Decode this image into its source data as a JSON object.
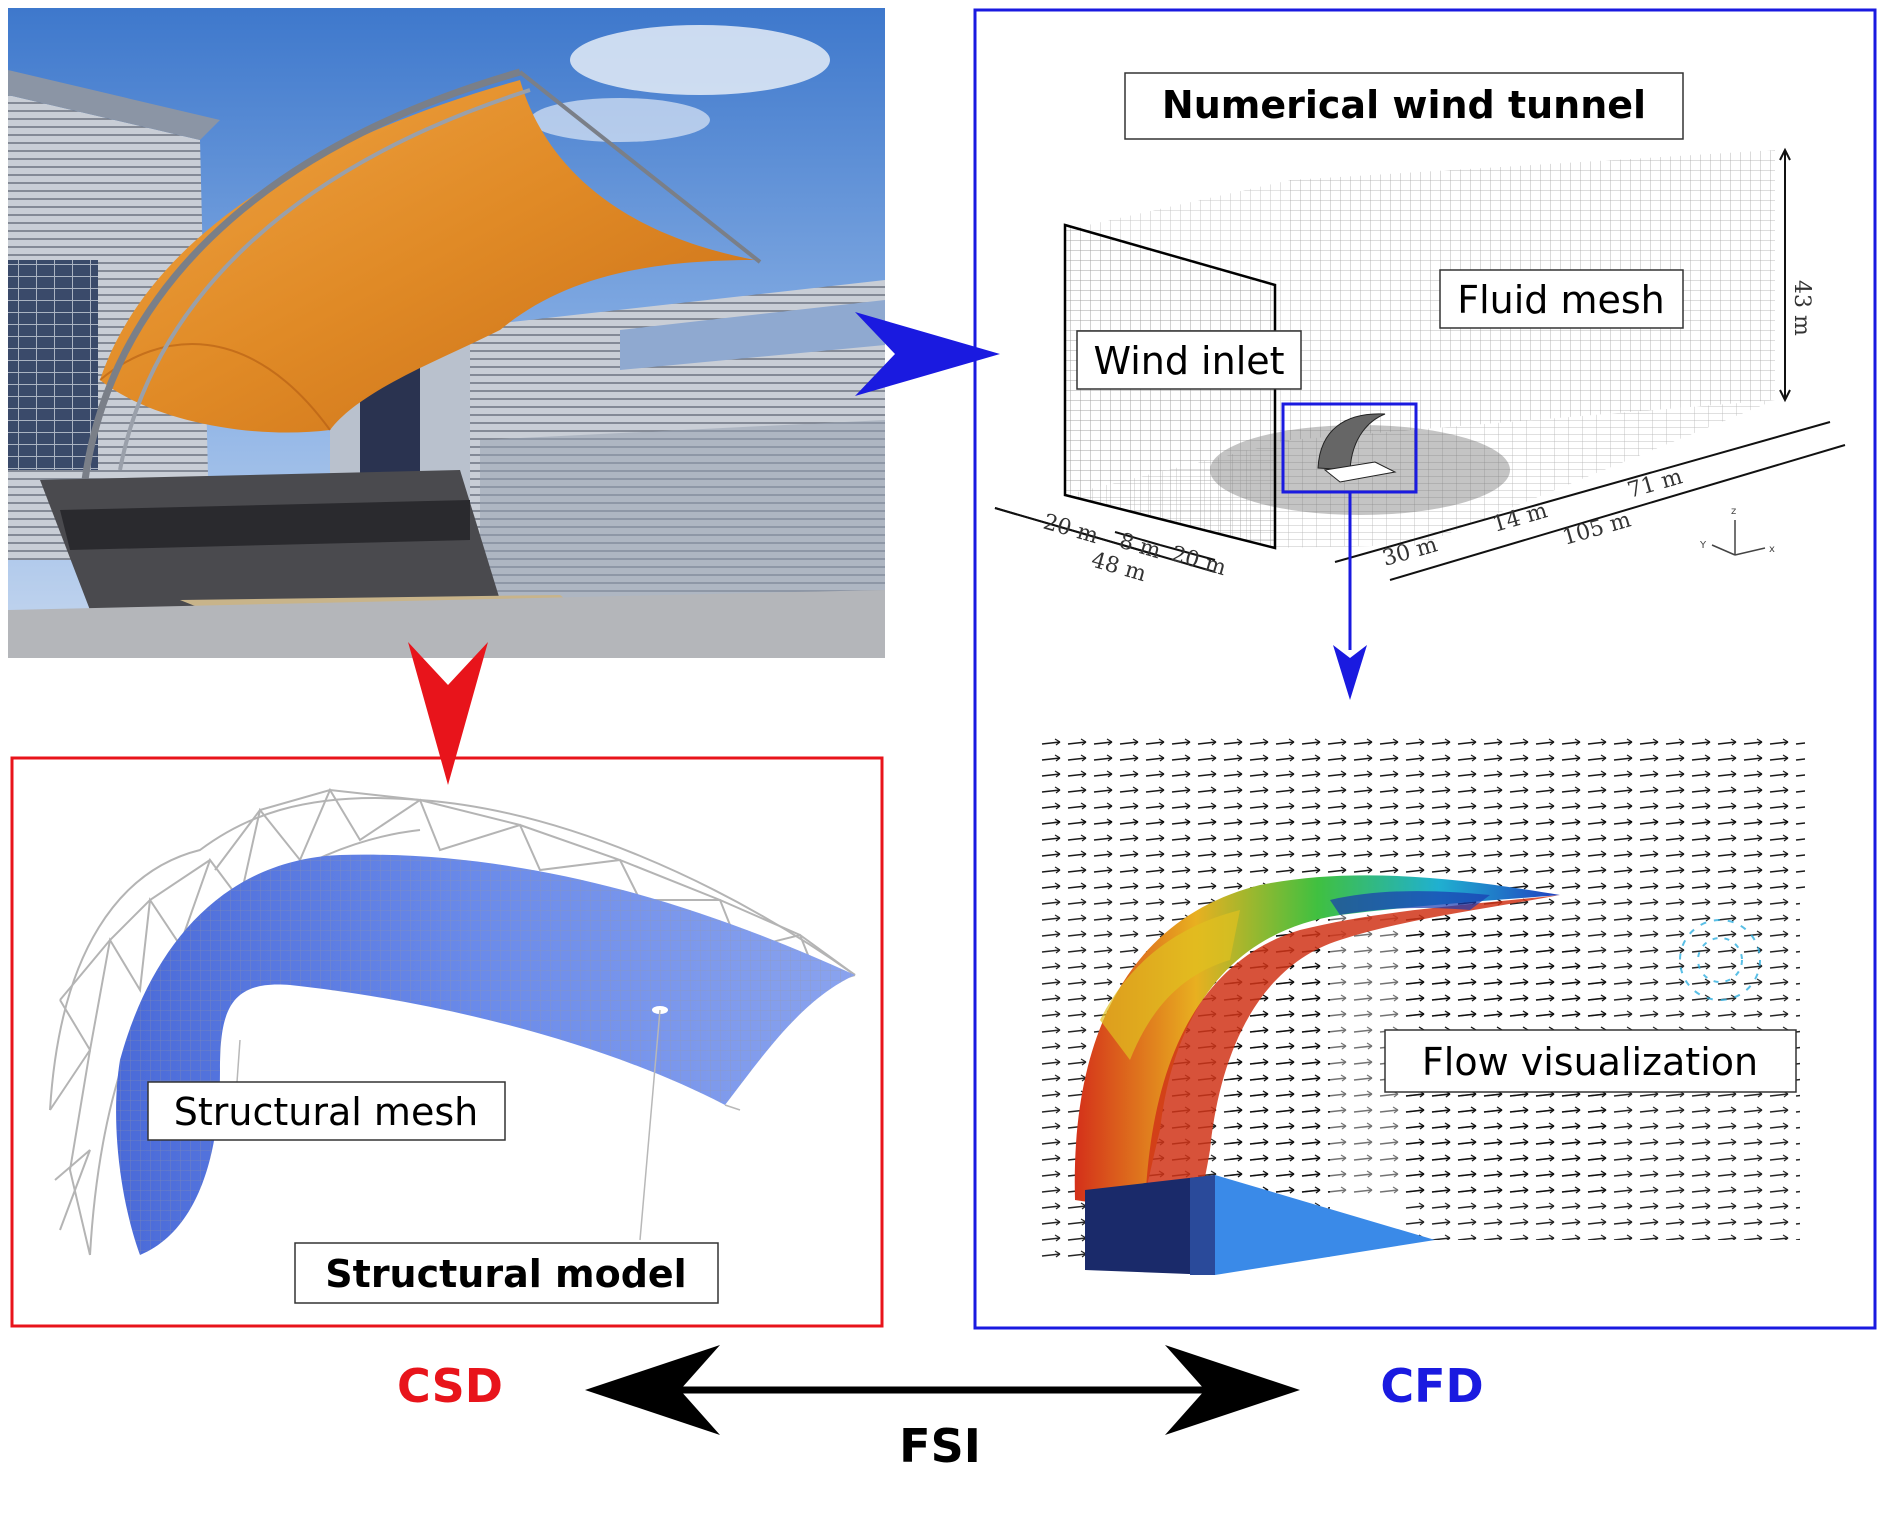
{
  "labels": {
    "wind_tunnel_title": "Numerical wind tunnel",
    "fluid_mesh": "Fluid mesh",
    "wind_inlet": "Wind inlet",
    "flow_visualization": "Flow visualization",
    "structural_mesh": "Structural mesh",
    "structural_model": "Structural model",
    "csd": "CSD",
    "cfd": "CFD",
    "fsi": "FSI"
  },
  "dimensions": {
    "height": "43 m",
    "d20a": "20 m",
    "d8": "8 m",
    "d20b": "20 m",
    "d48": "48 m",
    "d30": "30 m",
    "d14": "14 m",
    "d71": "71 m",
    "d105": "105 m"
  },
  "axes": {
    "x": "x",
    "y": "Y",
    "z": "z"
  },
  "colors": {
    "csd_red": "#e8141b",
    "cfd_blue": "#1a1ae0",
    "membrane_orange": "#e8902a",
    "mesh_blue": "#5b7fe0",
    "sky_blue": "#5c8fd6",
    "fsi_black": "#000000"
  }
}
